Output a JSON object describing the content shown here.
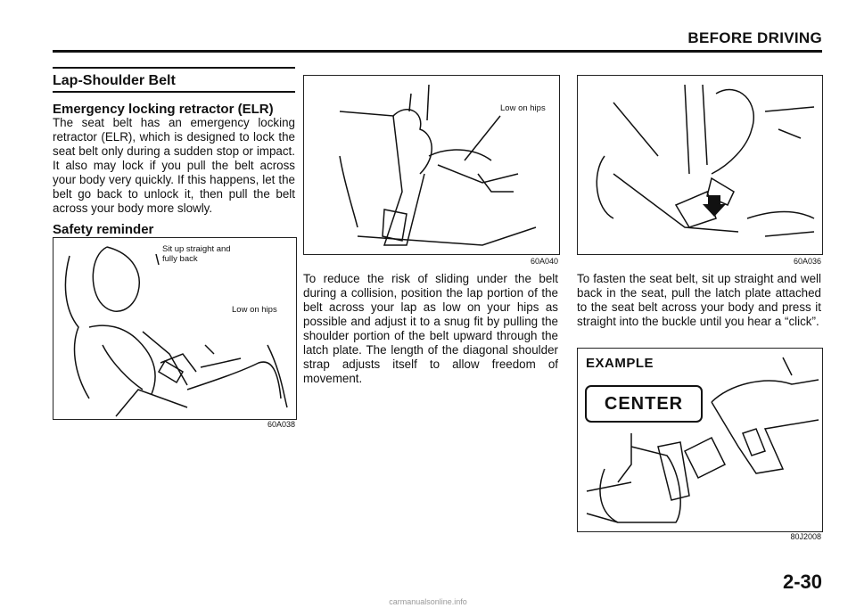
{
  "header": {
    "title": "BEFORE DRIVING"
  },
  "section": {
    "title": "Lap-Shoulder Belt",
    "elr_heading": "Emergency locking retractor (ELR)",
    "elr_body": "The seat belt has an emergency locking retractor (ELR), which is designed to lock the seat belt only during a sudden stop or impact. It also may lock if you pull the belt across your body very quickly. If this happens, let the belt go back to unlock it, then pull the belt across your body more slowly.",
    "safety_heading": "Safety reminder"
  },
  "figures": {
    "fig1": {
      "label_top": "Sit up straight and fully back",
      "label_hips": "Low on hips",
      "code": "60A038"
    },
    "fig2": {
      "label_hips": "Low on hips",
      "code": "60A040"
    },
    "fig3": {
      "code": "60A036"
    },
    "fig4": {
      "example": "EXAMPLE",
      "center": "CENTER",
      "code": "80J2008"
    }
  },
  "text": {
    "middle": "To reduce the risk of sliding under the belt during a collision, position the lap portion of the belt across your lap as low on your hips as possible and adjust it to a snug fit by pulling the shoulder portion of the belt upward through the latch plate. The length of the diagonal shoulder strap adjusts itself to allow freedom of movement.",
    "right": "To fasten the seat belt, sit up straight and well back in the seat, pull the latch plate attached to the seat belt across your body and press it straight into the buckle until you hear a “click”."
  },
  "page": {
    "number": "2-30"
  },
  "footer": {
    "watermark": "carmanualsonline.info"
  }
}
